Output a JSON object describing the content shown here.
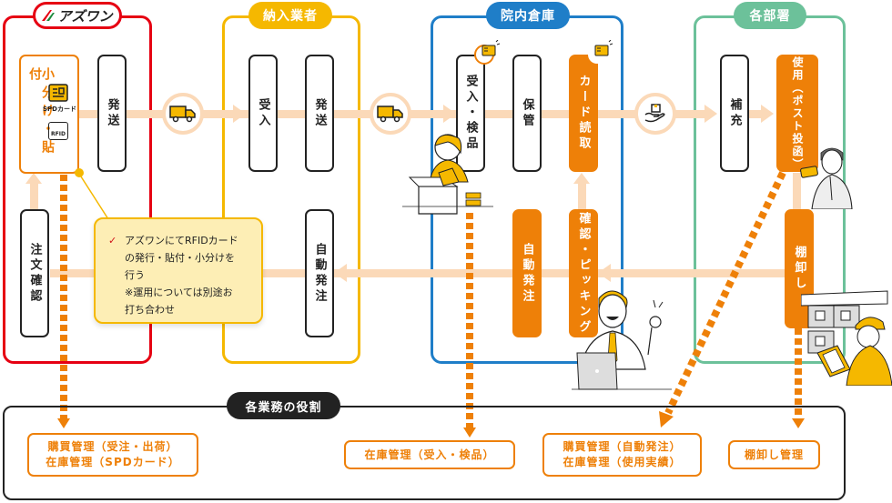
{
  "lanes": {
    "azwan": {
      "tag": "アズワン",
      "color": "#e60012"
    },
    "vendor": {
      "tag": "納入業者",
      "color": "#f5b800"
    },
    "warehouse": {
      "tag": "院内倉庫",
      "color": "#1f7ec8"
    },
    "dept": {
      "tag": "各部署",
      "color": "#6cc19a"
    }
  },
  "steps": {
    "azwan_label": "小分け・貼付",
    "spd_card_label": "SPDカード",
    "rfid_label": "RFID",
    "azwan_ship": "発送",
    "azwan_order_check": "注文確認",
    "vendor_receive": "受入",
    "vendor_ship": "発送",
    "vendor_auto_order": "自動発注",
    "wh_receive_inspect": "受入・検品",
    "wh_storage": "保管",
    "wh_card_read": "カード読取",
    "wh_auto_order": "自動発注",
    "wh_confirm_picking": "確認・ピッキング",
    "dept_replenish": "補充",
    "dept_use": "使用（ポスト投函）",
    "dept_inventory": "棚卸し"
  },
  "callout": {
    "icon": "check-icon",
    "lines": [
      "アズワンにてRFIDカード",
      "の発行・貼付・小分けを",
      "行う",
      "※運用については別途お",
      "打ち合わせ"
    ]
  },
  "roles": {
    "title": "各業務の役割",
    "items": [
      {
        "lines": [
          "購買管理（受注・出荷）",
          "在庫管理（SPDカード）"
        ]
      },
      {
        "lines": [
          "在庫管理（受入・検品）"
        ]
      },
      {
        "lines": [
          "購買管理（自動発注）",
          "在庫管理（使用実績）"
        ]
      },
      {
        "lines": [
          "棚卸し管理"
        ]
      }
    ]
  },
  "colors": {
    "accent_orange": "#ee8008",
    "flow_peach": "#fbd9b8",
    "callout_bg": "#fdeeb5"
  }
}
